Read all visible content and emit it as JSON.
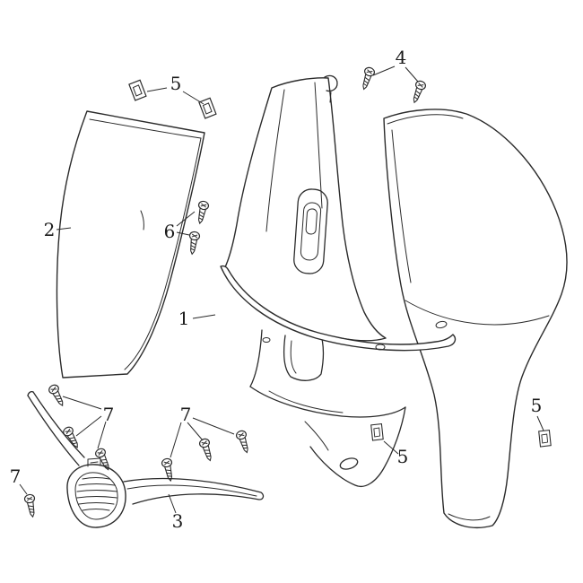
{
  "diagram": {
    "background": "#ffffff",
    "line_color": "#2b2b2b",
    "label_color": "#1a1a1a",
    "callout_labels": {
      "part1": "1",
      "part2": "2",
      "part3": "3",
      "part4": "4",
      "part5": "5",
      "part6": "6",
      "part7": "7"
    }
  }
}
